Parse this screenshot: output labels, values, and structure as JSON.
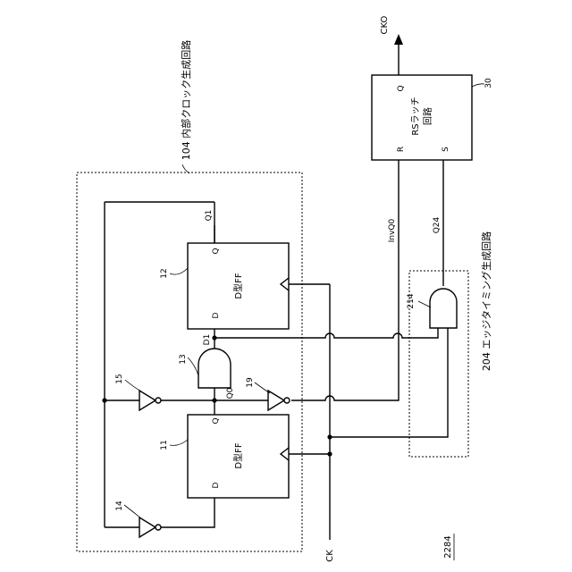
{
  "figure_number": "2284",
  "blocks": {
    "internal_clock": "104 内部クロック生成回路",
    "edge_timing": "204 エッジタイミング生成回路"
  },
  "ff1": {
    "ref": "11",
    "label": "D型FF",
    "pin_d": "D",
    "pin_q": "Q"
  },
  "ff2": {
    "ref": "12",
    "label": "D型FF",
    "pin_d": "D",
    "pin_q": "Q"
  },
  "rs_latch": {
    "ref": "30",
    "label_line1": "RSラッチ",
    "label_line2": "回路",
    "pin_r": "R",
    "pin_s": "S",
    "pin_q": "Q"
  },
  "gates": {
    "and_13": "13",
    "and_214": "214",
    "inv_14": "14",
    "inv_15": "15",
    "inv_19": "19"
  },
  "signals": {
    "ck": "CK",
    "cko": "CKO",
    "q0": "Q0",
    "q1": "Q1",
    "d1": "D1",
    "invq0": "InvQ0",
    "q24": "Q24"
  }
}
